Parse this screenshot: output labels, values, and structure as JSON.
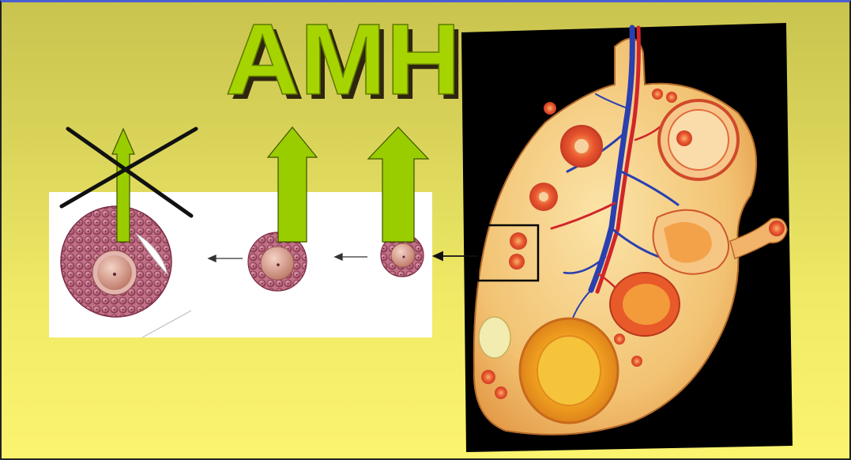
{
  "slide": {
    "title": "AMH"
  },
  "colors": {
    "title_green": "#a6d400",
    "title_shadow": "#2e2410",
    "arrow_green": "#9acd00",
    "background_top": "#c9c44e",
    "background_bottom": "#fbf46e",
    "follicle_cells": "#b4566e",
    "oocyte": "#d69a8c"
  },
  "icons": [
    "amh-secretion-arrow",
    "cross-mark",
    "progression-arrow",
    "ovary-illustration",
    "highlight-box"
  ]
}
